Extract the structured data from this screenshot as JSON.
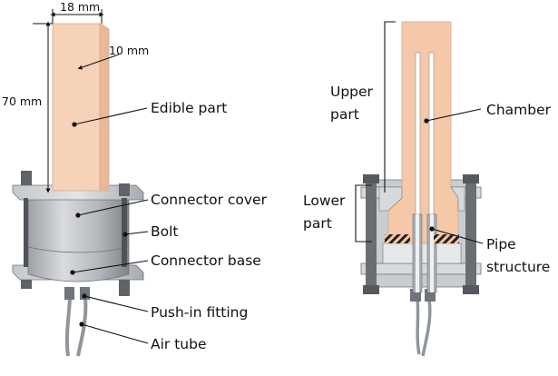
{
  "left_figure": {
    "dimensions": {
      "width": "18 mm",
      "depth": "10 mm",
      "height": "70 mm"
    },
    "labels": {
      "edible_part": "Edible part",
      "connector_cover": "Connector cover",
      "bolt": "Bolt",
      "connector_base": "Connector base",
      "push_in_fitting": "Push-in fitting",
      "air_tube": "Air tube"
    }
  },
  "right_figure": {
    "labels": {
      "upper_part_line1": "Upper",
      "upper_part_line2": "part",
      "lower_part_line1": "Lower",
      "lower_part_line2": "part",
      "chamber": "Chamber",
      "pipe_structure_line1": "Pipe",
      "pipe_structure_line2": "structure"
    }
  },
  "colors": {
    "edible": "#f6cfb3",
    "edible_section": "#f3c7a6",
    "metal": "#b9bcc0",
    "metal_dark": "#8e9297",
    "metal_light": "#e0e2e5",
    "tube": "#9aa0a6"
  }
}
